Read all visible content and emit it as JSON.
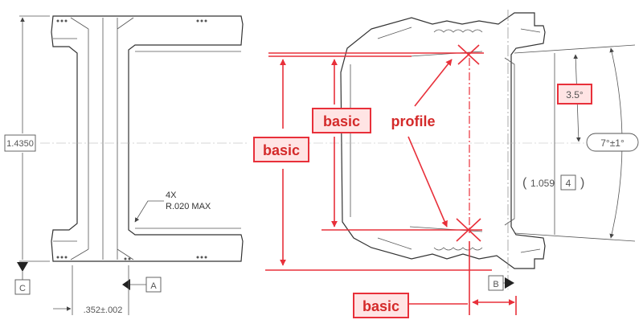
{
  "colors": {
    "annotation_red": "#e8303a",
    "callout_fill": "#ffe4e4",
    "callout_text": "#d42a2a",
    "drawing_line": "#333333",
    "dimension_line": "#555555"
  },
  "left_view": {
    "dim_height": "1.4350",
    "datum_c": "C",
    "datum_a": "A",
    "note_count": "4X",
    "note_radius": "R.020 MAX",
    "dim_width": ".352±.002"
  },
  "right_view": {
    "angle_small": "3.5°",
    "angle_total": "7°±1°",
    "ref_dim_value": "1.059",
    "ref_dim_count": "4",
    "datum_b": "B"
  },
  "annotations": {
    "basic_left": "basic",
    "basic_middle": "basic",
    "basic_bottom": "basic",
    "profile": "profile"
  }
}
